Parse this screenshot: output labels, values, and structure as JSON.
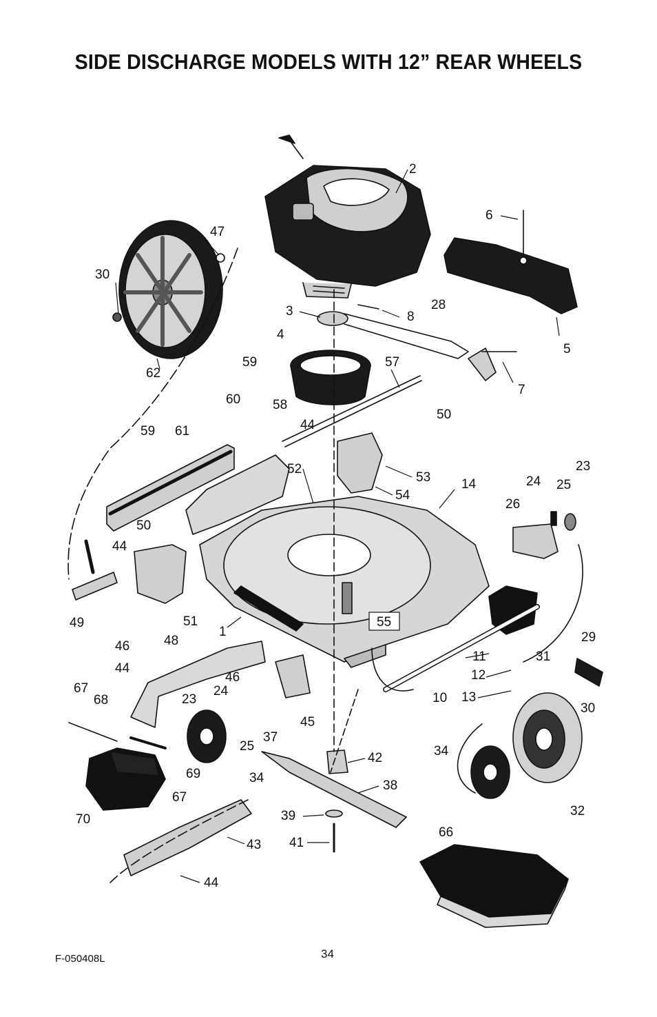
{
  "title": "SIDE DISCHARGE MODELS WITH 12” REAR WHEELS",
  "footer": {
    "code": "F-050408L",
    "page": "34"
  },
  "colors": {
    "ink": "#111111",
    "part_fill": "#d9d9d9",
    "dark_fill": "#1a1a1a"
  },
  "parts": [
    {
      "id": "p1",
      "label": "1"
    },
    {
      "id": "p2",
      "label": "2"
    },
    {
      "id": "p3",
      "label": "3"
    },
    {
      "id": "p4",
      "label": "4"
    },
    {
      "id": "p5",
      "label": "5"
    },
    {
      "id": "p6",
      "label": "6"
    },
    {
      "id": "p7",
      "label": "7"
    },
    {
      "id": "p8",
      "label": "8"
    },
    {
      "id": "p10",
      "label": "10"
    },
    {
      "id": "p11",
      "label": "11"
    },
    {
      "id": "p12",
      "label": "12"
    },
    {
      "id": "p13",
      "label": "13"
    },
    {
      "id": "p14",
      "label": "14"
    },
    {
      "id": "p23a",
      "label": "23"
    },
    {
      "id": "p23b",
      "label": "23"
    },
    {
      "id": "p24a",
      "label": "24"
    },
    {
      "id": "p24b",
      "label": "24"
    },
    {
      "id": "p25a",
      "label": "25"
    },
    {
      "id": "p25b",
      "label": "25"
    },
    {
      "id": "p26",
      "label": "26"
    },
    {
      "id": "p28",
      "label": "28"
    },
    {
      "id": "p29",
      "label": "29"
    },
    {
      "id": "p30a",
      "label": "30"
    },
    {
      "id": "p30b",
      "label": "30"
    },
    {
      "id": "p31",
      "label": "31"
    },
    {
      "id": "p32",
      "label": "32"
    },
    {
      "id": "p34a",
      "label": "34"
    },
    {
      "id": "p34b",
      "label": "34"
    },
    {
      "id": "p37",
      "label": "37"
    },
    {
      "id": "p38",
      "label": "38"
    },
    {
      "id": "p39",
      "label": "39"
    },
    {
      "id": "p41",
      "label": "41"
    },
    {
      "id": "p42",
      "label": "42"
    },
    {
      "id": "p43",
      "label": "43"
    },
    {
      "id": "p44a",
      "label": "44"
    },
    {
      "id": "p44b",
      "label": "44"
    },
    {
      "id": "p44c",
      "label": "44"
    },
    {
      "id": "p44d",
      "label": "44"
    },
    {
      "id": "p45",
      "label": "45"
    },
    {
      "id": "p46a",
      "label": "46"
    },
    {
      "id": "p46b",
      "label": "46"
    },
    {
      "id": "p47",
      "label": "47"
    },
    {
      "id": "p48",
      "label": "48"
    },
    {
      "id": "p49",
      "label": "49"
    },
    {
      "id": "p50a",
      "label": "50"
    },
    {
      "id": "p50b",
      "label": "50"
    },
    {
      "id": "p51",
      "label": "51"
    },
    {
      "id": "p52",
      "label": "52"
    },
    {
      "id": "p53",
      "label": "53"
    },
    {
      "id": "p54",
      "label": "54"
    },
    {
      "id": "p55",
      "label": "55"
    },
    {
      "id": "p57",
      "label": "57"
    },
    {
      "id": "p58",
      "label": "58"
    },
    {
      "id": "p59a",
      "label": "59"
    },
    {
      "id": "p59b",
      "label": "59"
    },
    {
      "id": "p60",
      "label": "60"
    },
    {
      "id": "p61",
      "label": "61"
    },
    {
      "id": "p62",
      "label": "62"
    },
    {
      "id": "p66",
      "label": "66"
    },
    {
      "id": "p67a",
      "label": "67"
    },
    {
      "id": "p67b",
      "label": "67"
    },
    {
      "id": "p68",
      "label": "68"
    },
    {
      "id": "p69",
      "label": "69"
    },
    {
      "id": "p70",
      "label": "70"
    }
  ]
}
